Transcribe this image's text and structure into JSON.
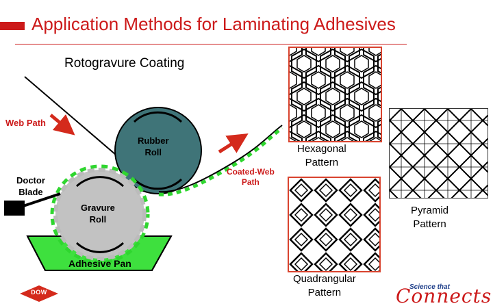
{
  "title": "Application Methods for Laminating Adhesives",
  "subtitle": "Rotogravure Coating",
  "diagram": {
    "web_path": "Web Path",
    "rubber_roll_line1": "Rubber",
    "rubber_roll_line2": "Roll",
    "gravure_roll_line1": "Gravure",
    "gravure_roll_line2": "Roll",
    "doctor_blade_line1": "Doctor",
    "doctor_blade_line2": "Blade",
    "coated_web_line1": "Coated-Web",
    "coated_web_line2": "Path",
    "adhesive_pan": "Adhesive Pan",
    "colors": {
      "accent": "#cc1a1a",
      "rubber_roll": "#3f7478",
      "gravure_roll": "#c2c2c2",
      "adhesive": "#3ee03e",
      "web_coat": "#2fd62f"
    }
  },
  "patterns": {
    "hexagonal_line1": "Hexagonal",
    "hexagonal_line2": "Pattern",
    "pyramid_line1": "Pyramid",
    "pyramid_line2": "Pattern",
    "quadrangular_line1": "Quadrangular",
    "quadrangular_line2": "Pattern"
  },
  "footer": {
    "dow_logo": "DOW",
    "tagline_small": "Science that",
    "tagline_big": "Connects"
  }
}
